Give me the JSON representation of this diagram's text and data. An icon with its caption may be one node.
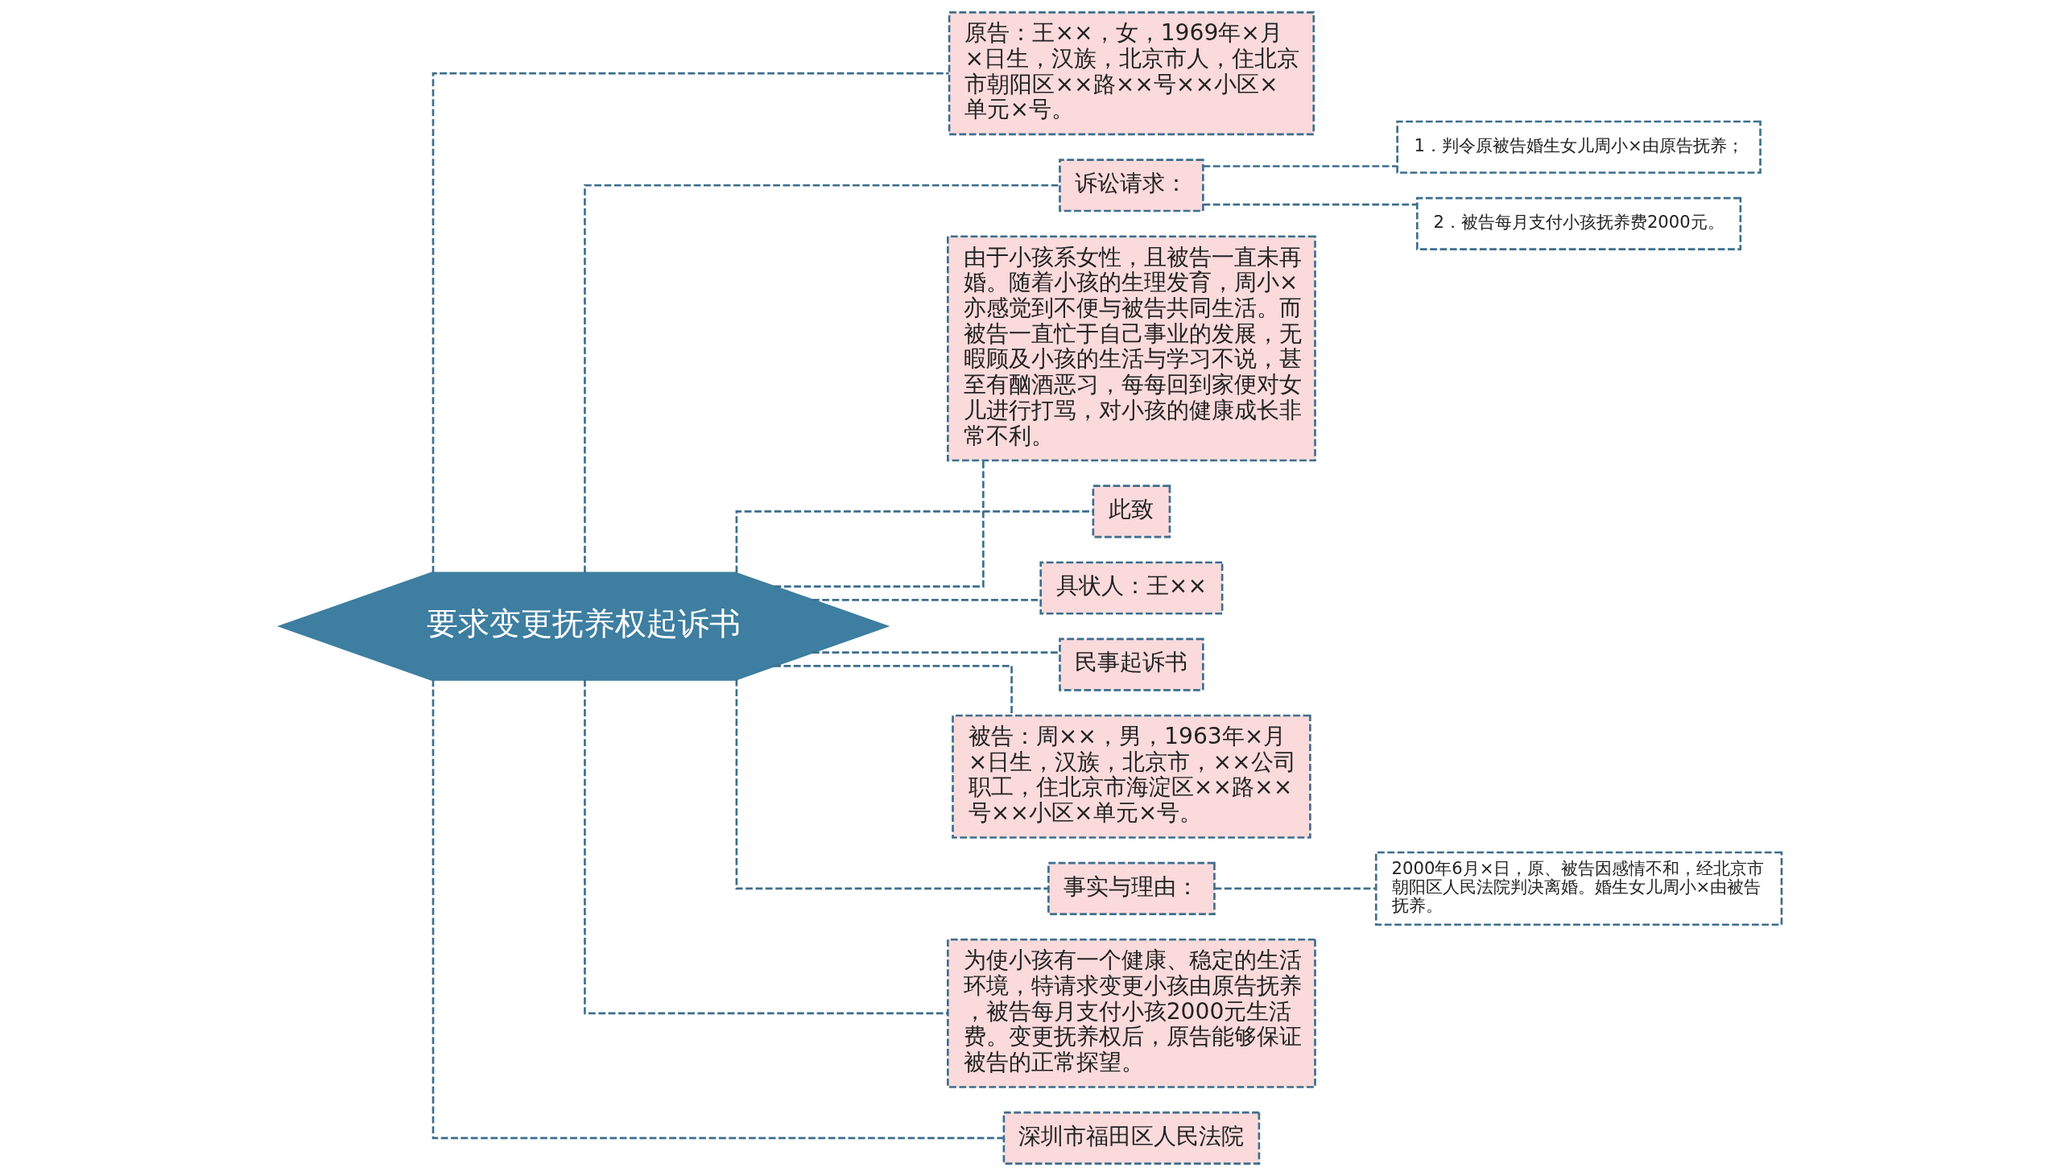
{
  "diagram": {
    "nodes": [
      {
        "text": [
          "要求变更抚养权起诉书"
        ]
      },
      {
        "text": [
          "原告：王××，女，1969年×月×日生，汉族，北京市人，住北京市朝阳区××路××号××小区×单元×号。"
        ]
      },
      {
        "text": [
          "诉讼请求："
        ]
      },
      {
        "text": [
          "1．判令原被告婚生女儿周小×由原告抚养；"
        ]
      },
      {
        "text": [
          "2．被告每月支付小孩抚养费2000元。"
        ]
      },
      {
        "text": [
          "由于小孩系女性，且被告一直未再婚。随着小孩的生理发育，周小×亦感觉到不便与被告共同生活。而被告一直忙于自己事业的发展，无暇顾及小孩的生活与学习不说，甚至有酗酒恶习，每每回到家便对女儿进行打骂，对小孩的健康成长非常不利。"
        ]
      },
      {
        "text": [
          "此致"
        ]
      },
      {
        "text": [
          "具状人：王××"
        ]
      },
      {
        "text": [
          "民事起诉书"
        ]
      },
      {
        "text": [
          "被告：周××，男，1963年×月×日生，汉族，北京市，××公司职工，住北京市海淀区××路××号××小区×单元×号。"
        ]
      },
      {
        "text": [
          "事实与理由："
        ]
      },
      {
        "text": [
          "2000年6月×日，原、被告因感情不和，经北京市朝阳区人民法院判决离婚。婚生女儿周小×由被告抚养。"
        ]
      },
      {
        "text": [
          "为使小孩有一个健康、稳定的生活环境，特请求变更小孩由原告抚养，被告每月支付小孩2000元生活费。变更抚养权后，原告能够保证被告的正常探望。"
        ]
      },
      {
        "text": [
          "深圳市福田区人民法院"
        ]
      }
    ],
    "edges": [
      {
        "from": 0,
        "to": 1,
        "arrow": "none"
      },
      {
        "from": 0,
        "to": 2,
        "arrow": "none"
      },
      {
        "from": 2,
        "to": 3,
        "arrow": "none"
      },
      {
        "from": 2,
        "to": 4,
        "arrow": "none"
      },
      {
        "from": 0,
        "to": 5,
        "arrow": "none"
      },
      {
        "from": 0,
        "to": 6,
        "arrow": "none"
      },
      {
        "from": 0,
        "to": 7,
        "arrow": "none"
      },
      {
        "from": 0,
        "to": 8,
        "arrow": "none"
      },
      {
        "from": 0,
        "to": 9,
        "arrow": "none"
      },
      {
        "from": 0,
        "to": 10,
        "arrow": "none"
      },
      {
        "from": 10,
        "to": 11,
        "arrow": "none"
      },
      {
        "from": 0,
        "to": 12,
        "arrow": "none"
      },
      {
        "from": 0,
        "to": 13,
        "arrow": "none"
      }
    ]
  }
}
